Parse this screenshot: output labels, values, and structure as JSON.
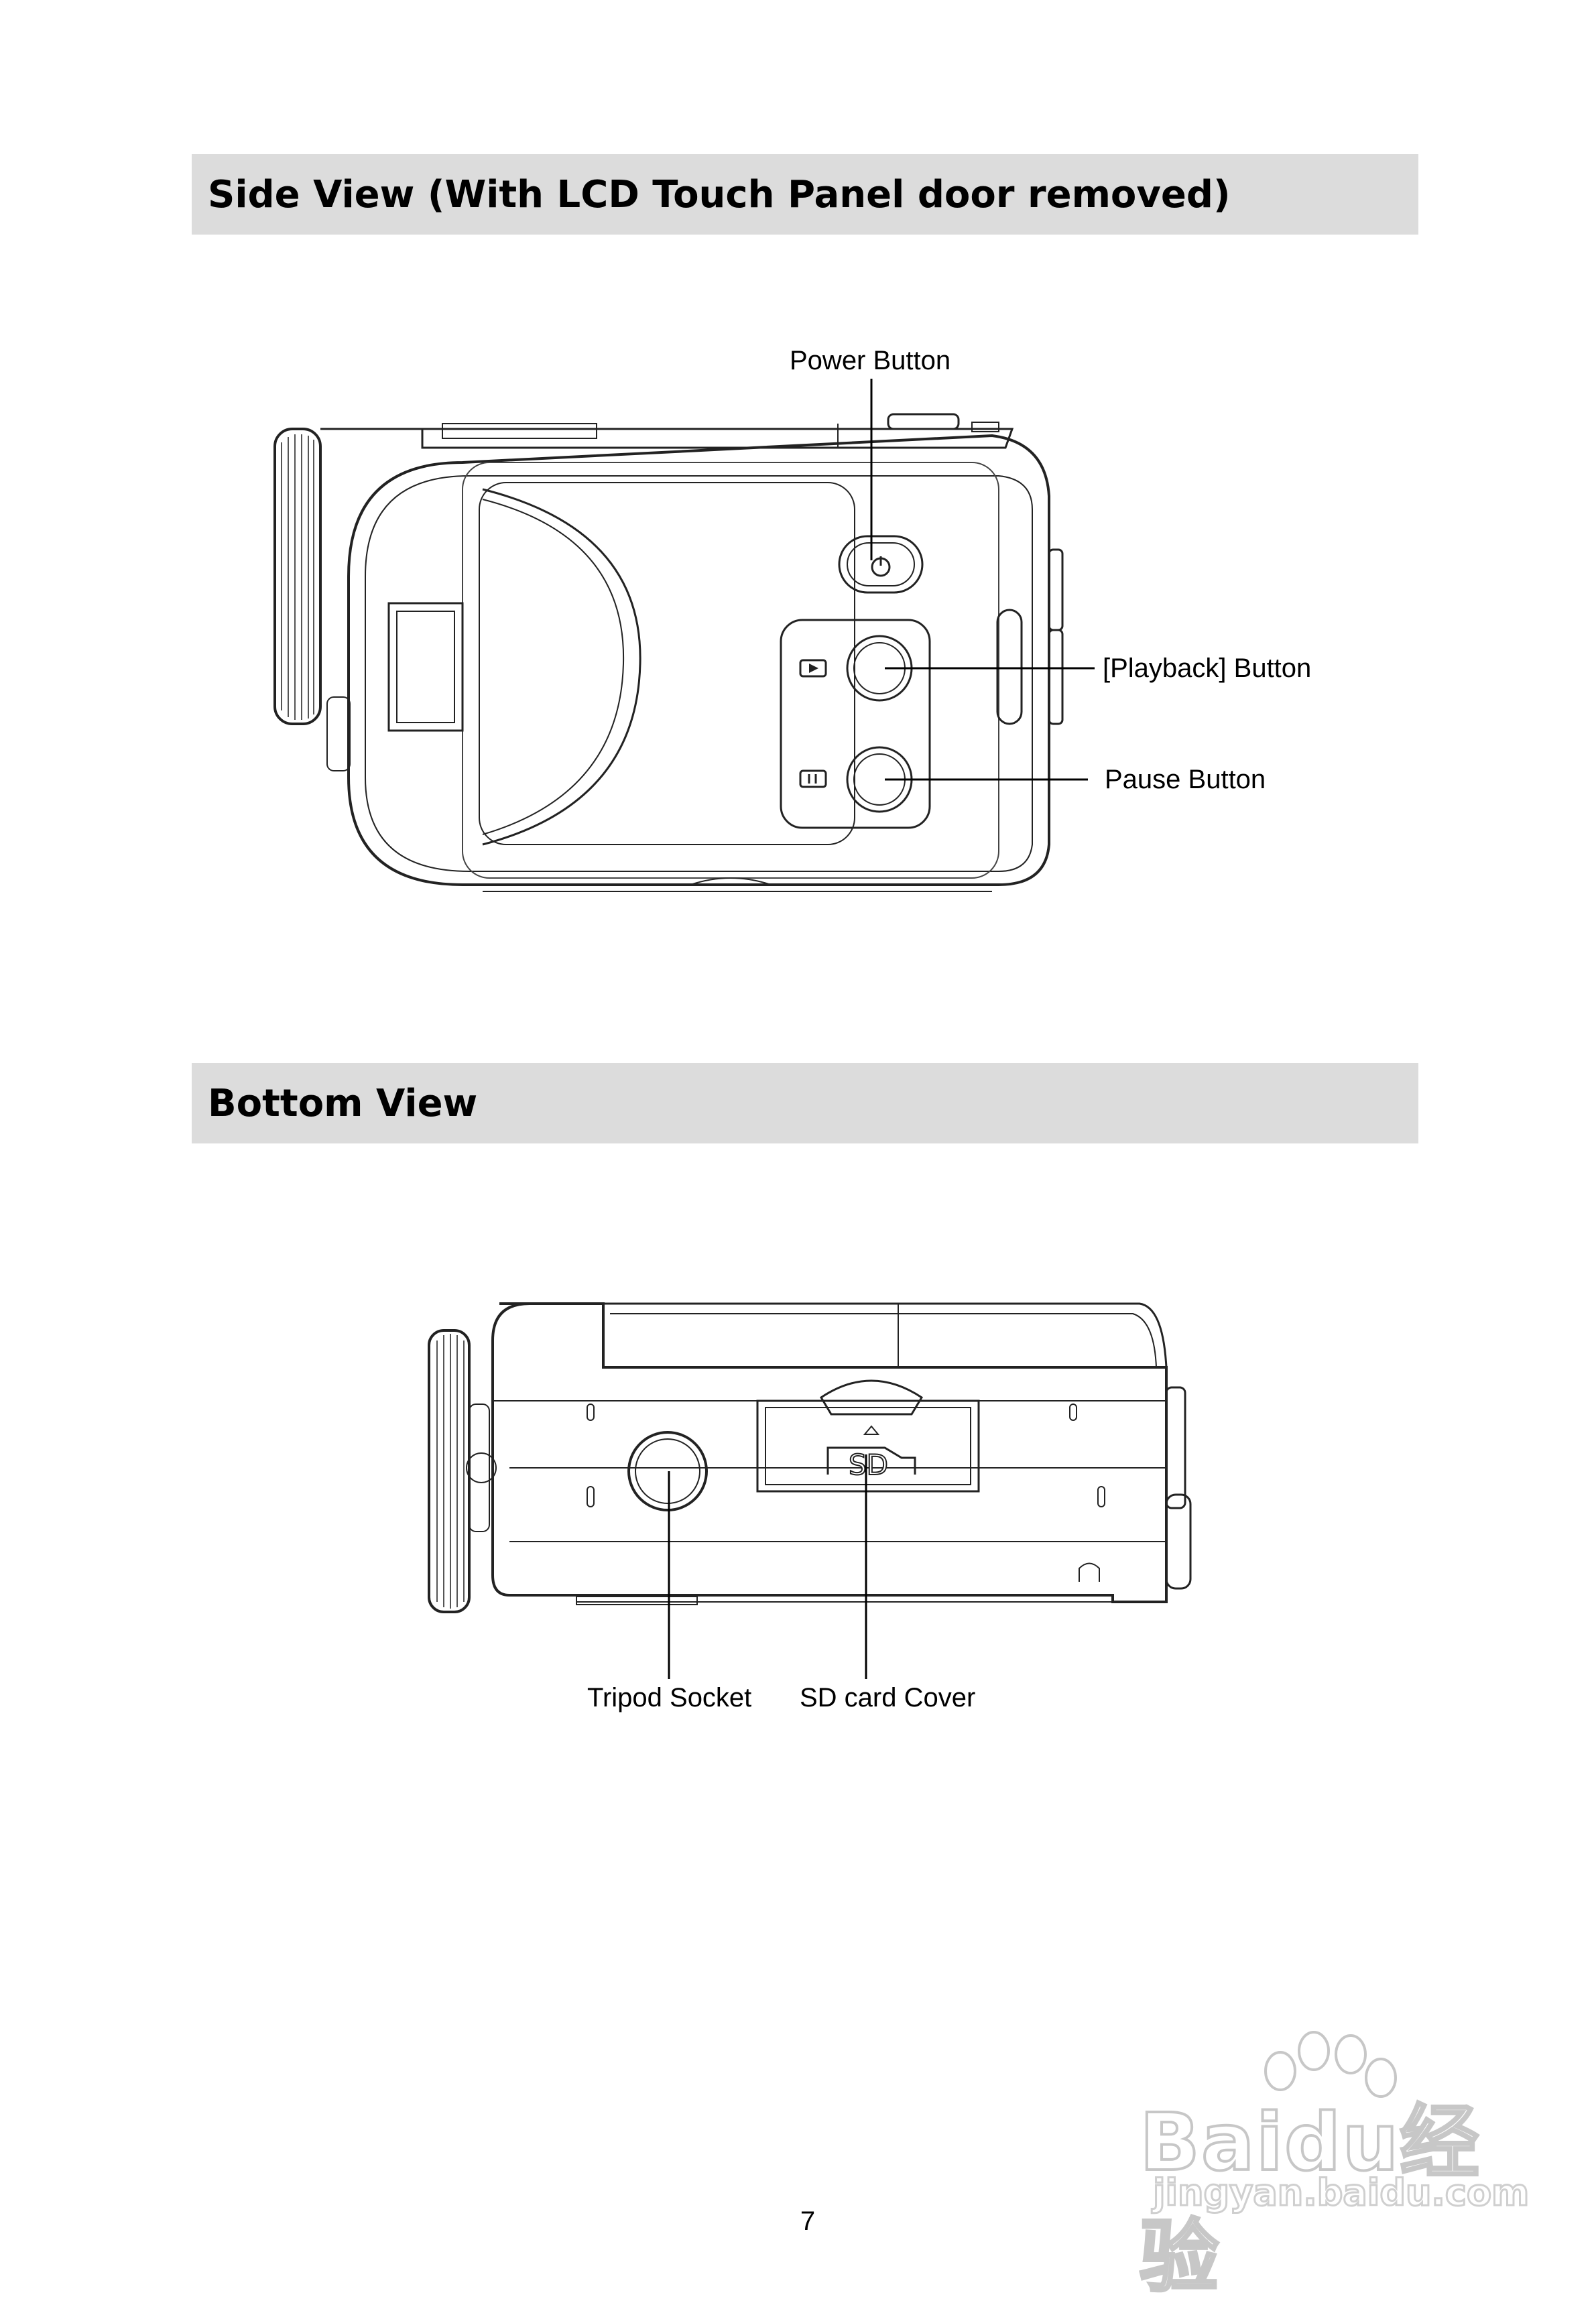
{
  "side_view": {
    "heading": "Side View (With LCD Touch Panel door removed)",
    "labels": {
      "power": "Power Button",
      "playback": "[Playback] Button",
      "pause": "Pause Button"
    }
  },
  "bottom_view": {
    "heading": "Bottom View",
    "labels": {
      "tripod": "Tripod Socket",
      "sd_cover": "SD card Cover"
    },
    "sd_mark": "SD"
  },
  "page_number": "7",
  "watermark": {
    "main": "Baidu经验",
    "sub": "jingyan.baidu.com"
  }
}
